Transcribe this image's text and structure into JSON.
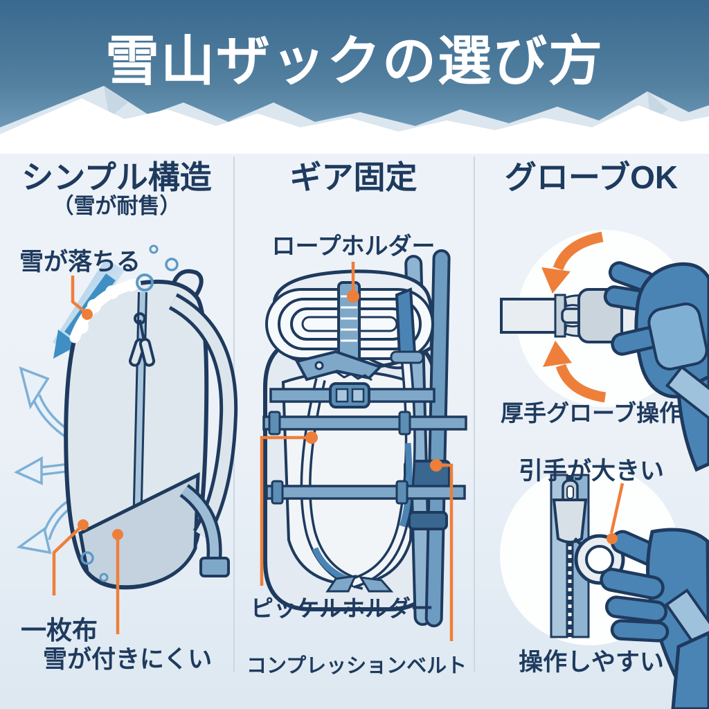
{
  "title": "雪山ザックの選び方",
  "columns": {
    "simple": {
      "header": "シンプル構造",
      "subheader": "（雪が耐售）",
      "label_snow_falls_off": "雪が落ちる",
      "label_single_fabric": "一枚布",
      "label_snow_resistant": "雪が付きにくい"
    },
    "gear": {
      "header": "ギア固定",
      "label_rope_holder": "ロープホルダー",
      "label_ice_axe_holder": "ピッケルホルダー",
      "label_compression_belt": "コンプレッションベルト"
    },
    "glove": {
      "header": "グローブOK",
      "caption_thick_glove": "厚手グローブ操作",
      "label_large_pull_tab": "引手が大きい",
      "caption_easy_to_operate": "操作しやすい"
    }
  },
  "icons": {
    "mountains": "mountain-range-illustration",
    "col1": "backpack-side-view-snow-shedding-illustration",
    "col2": "backpack-with-rope-ice-axes-skis-illustration",
    "col3_top": "glove-operating-buckle-illustration",
    "col3_bottom": "glove-pulling-large-zipper-ring-illustration"
  },
  "colors": {
    "sky_top": "#39698f",
    "sky_bottom": "#7ea8c8",
    "body_background": "#ecf1f7",
    "text_navy": "#1e3a5e",
    "accent_orange": "#ee7f3a",
    "arrow_blue": "#3f8fc4",
    "glove_blue": "#4a84b4",
    "divider": "#ccd7e1"
  }
}
